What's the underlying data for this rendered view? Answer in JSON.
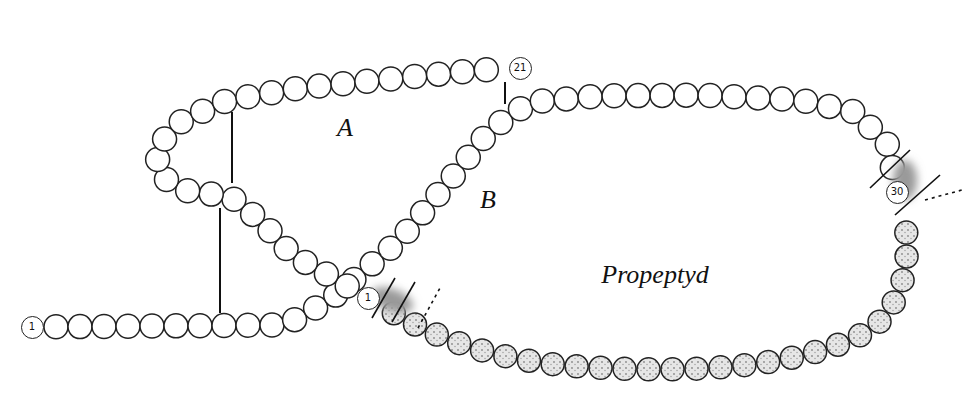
{
  "diagram": {
    "nodes": [
      {
        "text": [
          "1"
        ]
      },
      {
        "text": [
          "21"
        ]
      },
      {
        "text": [
          "1"
        ]
      },
      {
        "text": [
          "30"
        ]
      }
    ],
    "labels": [
      "A",
      "B",
      "Propeptyd"
    ]
  }
}
